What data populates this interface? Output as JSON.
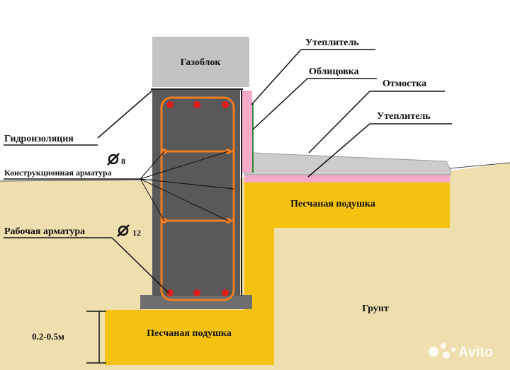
{
  "labels": {
    "gazoblok": "Газоблок",
    "uteplitel_top": "Утеплитель",
    "oblitsovka": "Облицовка",
    "otmostka": "Отмостка",
    "uteplitel_mid": "Утеплитель",
    "gidroizolyatsiya": "Гидроизоляция",
    "diam_8": "8",
    "konstruktsionnaya": "Конструкционная арматура",
    "peschanaya_right": "Песчаная подушка",
    "rabochaya": "Рабочая арматура",
    "diam_12": "12",
    "grunt": "Грунт",
    "depth": "0.2-0.5м",
    "peschanaya_bottom": "Песчаная подушка"
  },
  "watermark": "Avito",
  "colors": {
    "soil": "#f0dfae",
    "sand": "#f5c20f",
    "concrete": "#595959",
    "gazoblok": "#c3c3c3",
    "insulation": "#f4aac8",
    "otmostka": "#cccccc",
    "rebar": "#ef7d22",
    "rebar_dot": "#dd1c1c"
  }
}
